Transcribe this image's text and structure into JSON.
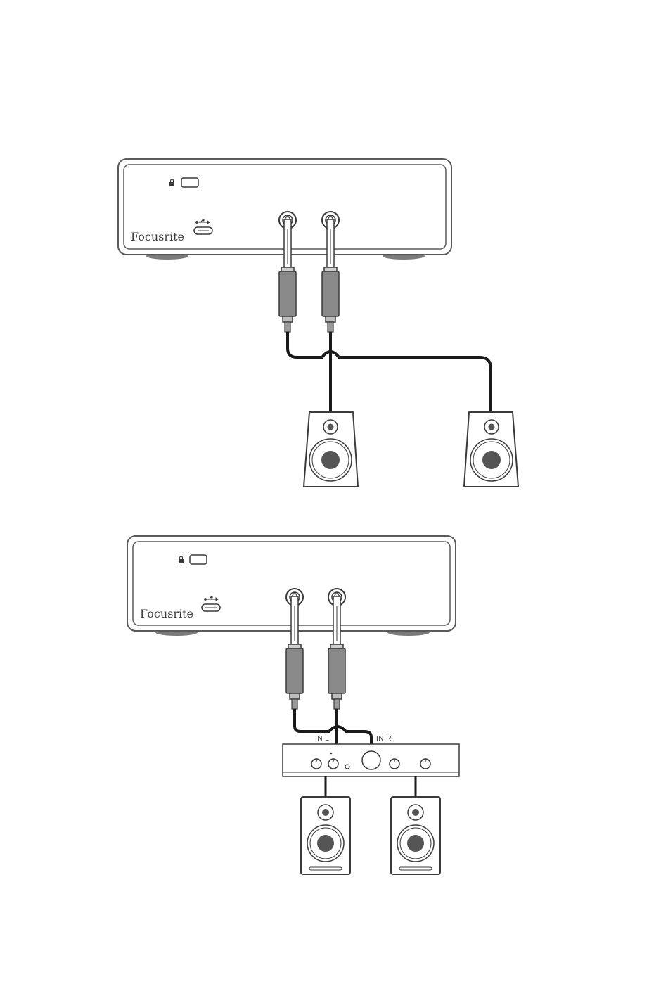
{
  "diagram_1": {
    "interface": {
      "brand": "Focusrite"
    }
  },
  "diagram_2": {
    "interface": {
      "brand": "Focusrite"
    },
    "amplifier": {
      "input_left_label": "IN L",
      "input_right_label": "IN R"
    }
  },
  "colors": {
    "outline": "#5a5a5a",
    "cable": "#1a1a1a",
    "plug_gray": "#8a8a8a",
    "foot_gray": "#7a7a7a",
    "woofer": "#555555"
  },
  "icons": [
    "lock-icon",
    "usb-icon",
    "usb-c-port-icon"
  ]
}
